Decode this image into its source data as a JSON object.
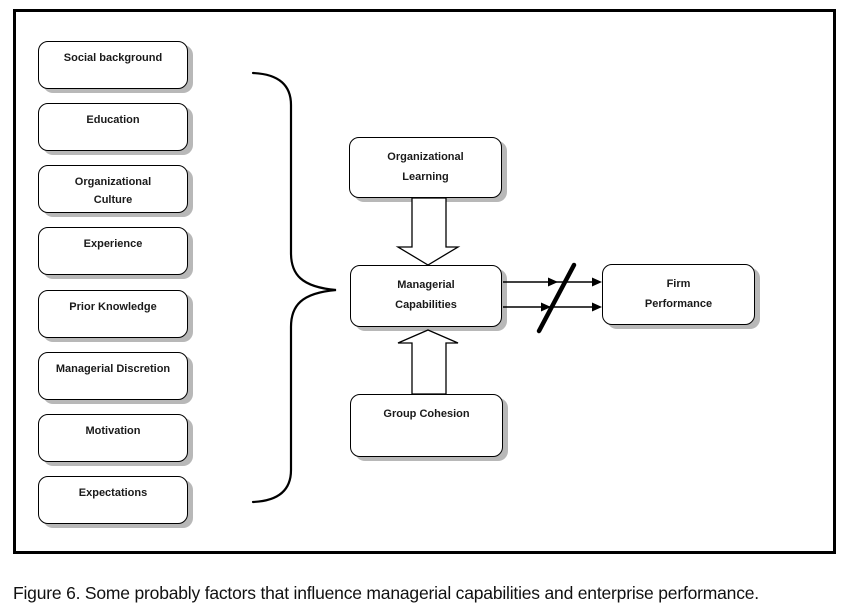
{
  "figure": {
    "caption": "Figure 6. Some probably factors that influence managerial capabilities and enterprise performance."
  },
  "diagram": {
    "factors": [
      "Social background",
      "Education",
      "Organizational\nCulture",
      "Experience",
      "Prior Knowledge",
      "Managerial Discretion",
      "Motivation",
      "Expectations"
    ],
    "nodes": {
      "organizational_learning": "Organizational\nLearning",
      "managerial_capabilities": "Managerial\nCapabilities",
      "group_cohesion": "Group Cohesion",
      "firm_performance": "Firm\nPerformance"
    },
    "connectors": {
      "brace": "curly-brace-grouping-factors",
      "block_arrow_down": "organizational-learning-to-managerial-capabilities",
      "block_arrow_up": "group-cohesion-to-managerial-capabilities",
      "double_arrows": "managerial-capabilities-to-firm-performance",
      "slash": "moderation-break-mark"
    },
    "colors": {
      "box_fill": "#ffffff",
      "box_border": "#000000",
      "shadow": "#b8b8b8",
      "line": "#000000",
      "text": "#1a1a1a"
    }
  }
}
